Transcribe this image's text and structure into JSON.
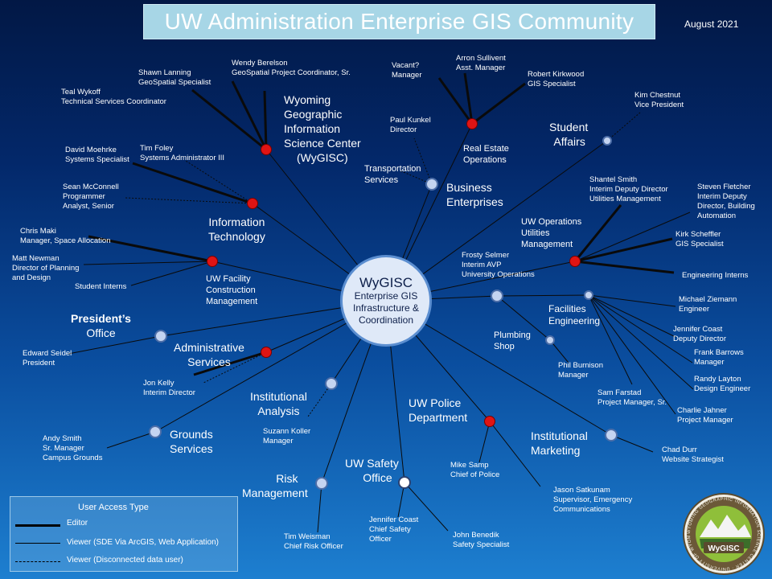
{
  "header": {
    "title": "UW Administration Enterprise GIS Community",
    "date": "August 2021"
  },
  "center": {
    "line1": "WyGISC",
    "line2": "Enterprise GIS",
    "line3": "Infrastructure &",
    "line4": "Coordination"
  },
  "departments": {
    "wygisc": "Wyoming Geographic Information Science Center (WyGISC)",
    "wygisc_l1": "Wyoming",
    "wygisc_l2": "Geographic",
    "wygisc_l3": "Information",
    "wygisc_l4": "Science Center",
    "wygisc_l5": "(WyGISC)",
    "it_l1": "Information",
    "it_l2": "Technology",
    "fcm_l1": "UW Facility",
    "fcm_l2": "Construction",
    "fcm_l3": "Management",
    "po_l1": "President’s",
    "po_l2": "Office",
    "as_l1": "Administrative",
    "as_l2": "Services",
    "ia_l1": "Institutional",
    "ia_l2": "Analysis",
    "gs_l1": "Grounds",
    "gs_l2": "Services",
    "rm_l1": "Risk",
    "rm_l2": "Management",
    "so_l1": "UW Safety",
    "so_l2": "Office",
    "pd_l1": "UW Police",
    "pd_l2": "Department",
    "im_l1": "Institutional",
    "im_l2": "Marketing",
    "fe_l1": "Facilities",
    "fe_l2": "Engineering",
    "ps_l1": "Plumbing",
    "ps_l2": "Shop",
    "uo_l1": "UW Operations",
    "uo_l2": "Utilities",
    "uo_l3": "Management",
    "sa_l1": "Student",
    "sa_l2": "Affairs",
    "be_l1": "Business",
    "be_l2": "Enterprises",
    "ts_l1": "Transportation",
    "ts_l2": "Services",
    "re_l1": "Real Estate",
    "re_l2": "Operations"
  },
  "people": {
    "wendy_n": "Wendy Berelson",
    "wendy_t": "GeoSpatial Project Coordinator, Sr.",
    "shawn_n": "Shawn Lanning",
    "shawn_t": "GeoSpatial Specialist",
    "teal_n": "Teal Wykoff",
    "teal_t": "Technical Services Coordinator",
    "david_n": "David Moehrke",
    "david_t": "Systems Specialist",
    "tim_n": "Tim Foley",
    "tim_t": "Systems Administrator III",
    "sean_n": "Sean McConnell",
    "sean_t1": "Programmer",
    "sean_t2": "Analyst, Senior",
    "chris_n": "Chris Maki",
    "chris_t": "Manager, Space Allocation",
    "matt_n": "Matt Newman",
    "matt_t1": "Director of Planning",
    "matt_t2": "and Design",
    "interns": "Student Interns",
    "edward_n": "Edward Seidel",
    "edward_t": "President",
    "jon_n": "Jon Kelly",
    "jon_t": "Interim Director",
    "suzann_n": "Suzann Koller",
    "suzann_t": "Manager",
    "andy_n": "Andy Smith",
    "andy_t1": "Sr. Manager",
    "andy_t2": "Campus Grounds",
    "tim_w_n": "Tim Weisman",
    "tim_w_t": "Chief Risk Officer",
    "jen_c_n": "Jennifer Coast",
    "jen_c_t1": "Chief Safety",
    "jen_c_t2": "Officer",
    "john_n": "John Benedik",
    "john_t": "Safety Specialist",
    "mike_n": "Mike Samp",
    "mike_t": "Chief of Police",
    "jason_n": "Jason Satkunam",
    "jason_t1": "Supervisor, Emergency",
    "jason_t2": "Communications",
    "chad_n": "Chad Durr",
    "chad_t": "Website Strategist",
    "phil_n": "Phil  Burnison",
    "phil_t": "Manager",
    "sam_n": "Sam Farstad",
    "sam_t": "Project Manager, Sr.",
    "charlie_n": "Charlie Jahner",
    "charlie_t": "Project Manager",
    "randy_n": "Randy Layton",
    "randy_t": "Design Engineer",
    "frank_n": "Frank Barrows",
    "frank_t": "Manager",
    "jen_dd_n": "Jennifer Coast",
    "jen_dd_t": "Deputy Director",
    "michael_n": "Michael Ziemann",
    "michael_t": "Engineer",
    "eng_interns": "Engineering Interns",
    "kirk_n": "Kirk Scheffler",
    "kirk_t": "GIS Specialist",
    "steven_n": "Steven Fletcher",
    "steven_t1": "Interim Deputy",
    "steven_t2": "Director, Building",
    "steven_t3": "Automation",
    "shantel_n": "Shantel Smith",
    "shantel_t1": "Interim Deputy Director",
    "shantel_t2": "Utilities Management",
    "frosty_n": "Frosty Selmer",
    "frosty_t1": "Interim AVP",
    "frosty_t2": "University Operations",
    "kim_n": "Kim Chestnut",
    "kim_t": "Vice President",
    "paul_n": "Paul Kunkel",
    "paul_t": "Director",
    "vacant_n": "Vacant?",
    "vacant_t": "Manager",
    "arron_n": "Arron Sullivent",
    "arron_t": "Asst. Manager",
    "robert_n": "Robert Kirkwood",
    "robert_t": "GIS Specialist"
  },
  "legend": {
    "title": "User Access Type",
    "editor": "Editor",
    "viewer_sde": "Viewer  (SDE Via ArcGIS, Web Application)",
    "viewer_disc": "Viewer (Disconnected data user)"
  },
  "logo": {
    "text": "WyGISC",
    "ring_text": "WYOMING GEOGRAPHIC INFORMATION SCIENCE CENTER · UNIVERSITY OF WYOMING"
  },
  "colors": {
    "editor_node": "#e01414",
    "viewer_node": "#c4d4f1",
    "background_top": "#021845",
    "background_bottom": "#1d7fd0"
  }
}
